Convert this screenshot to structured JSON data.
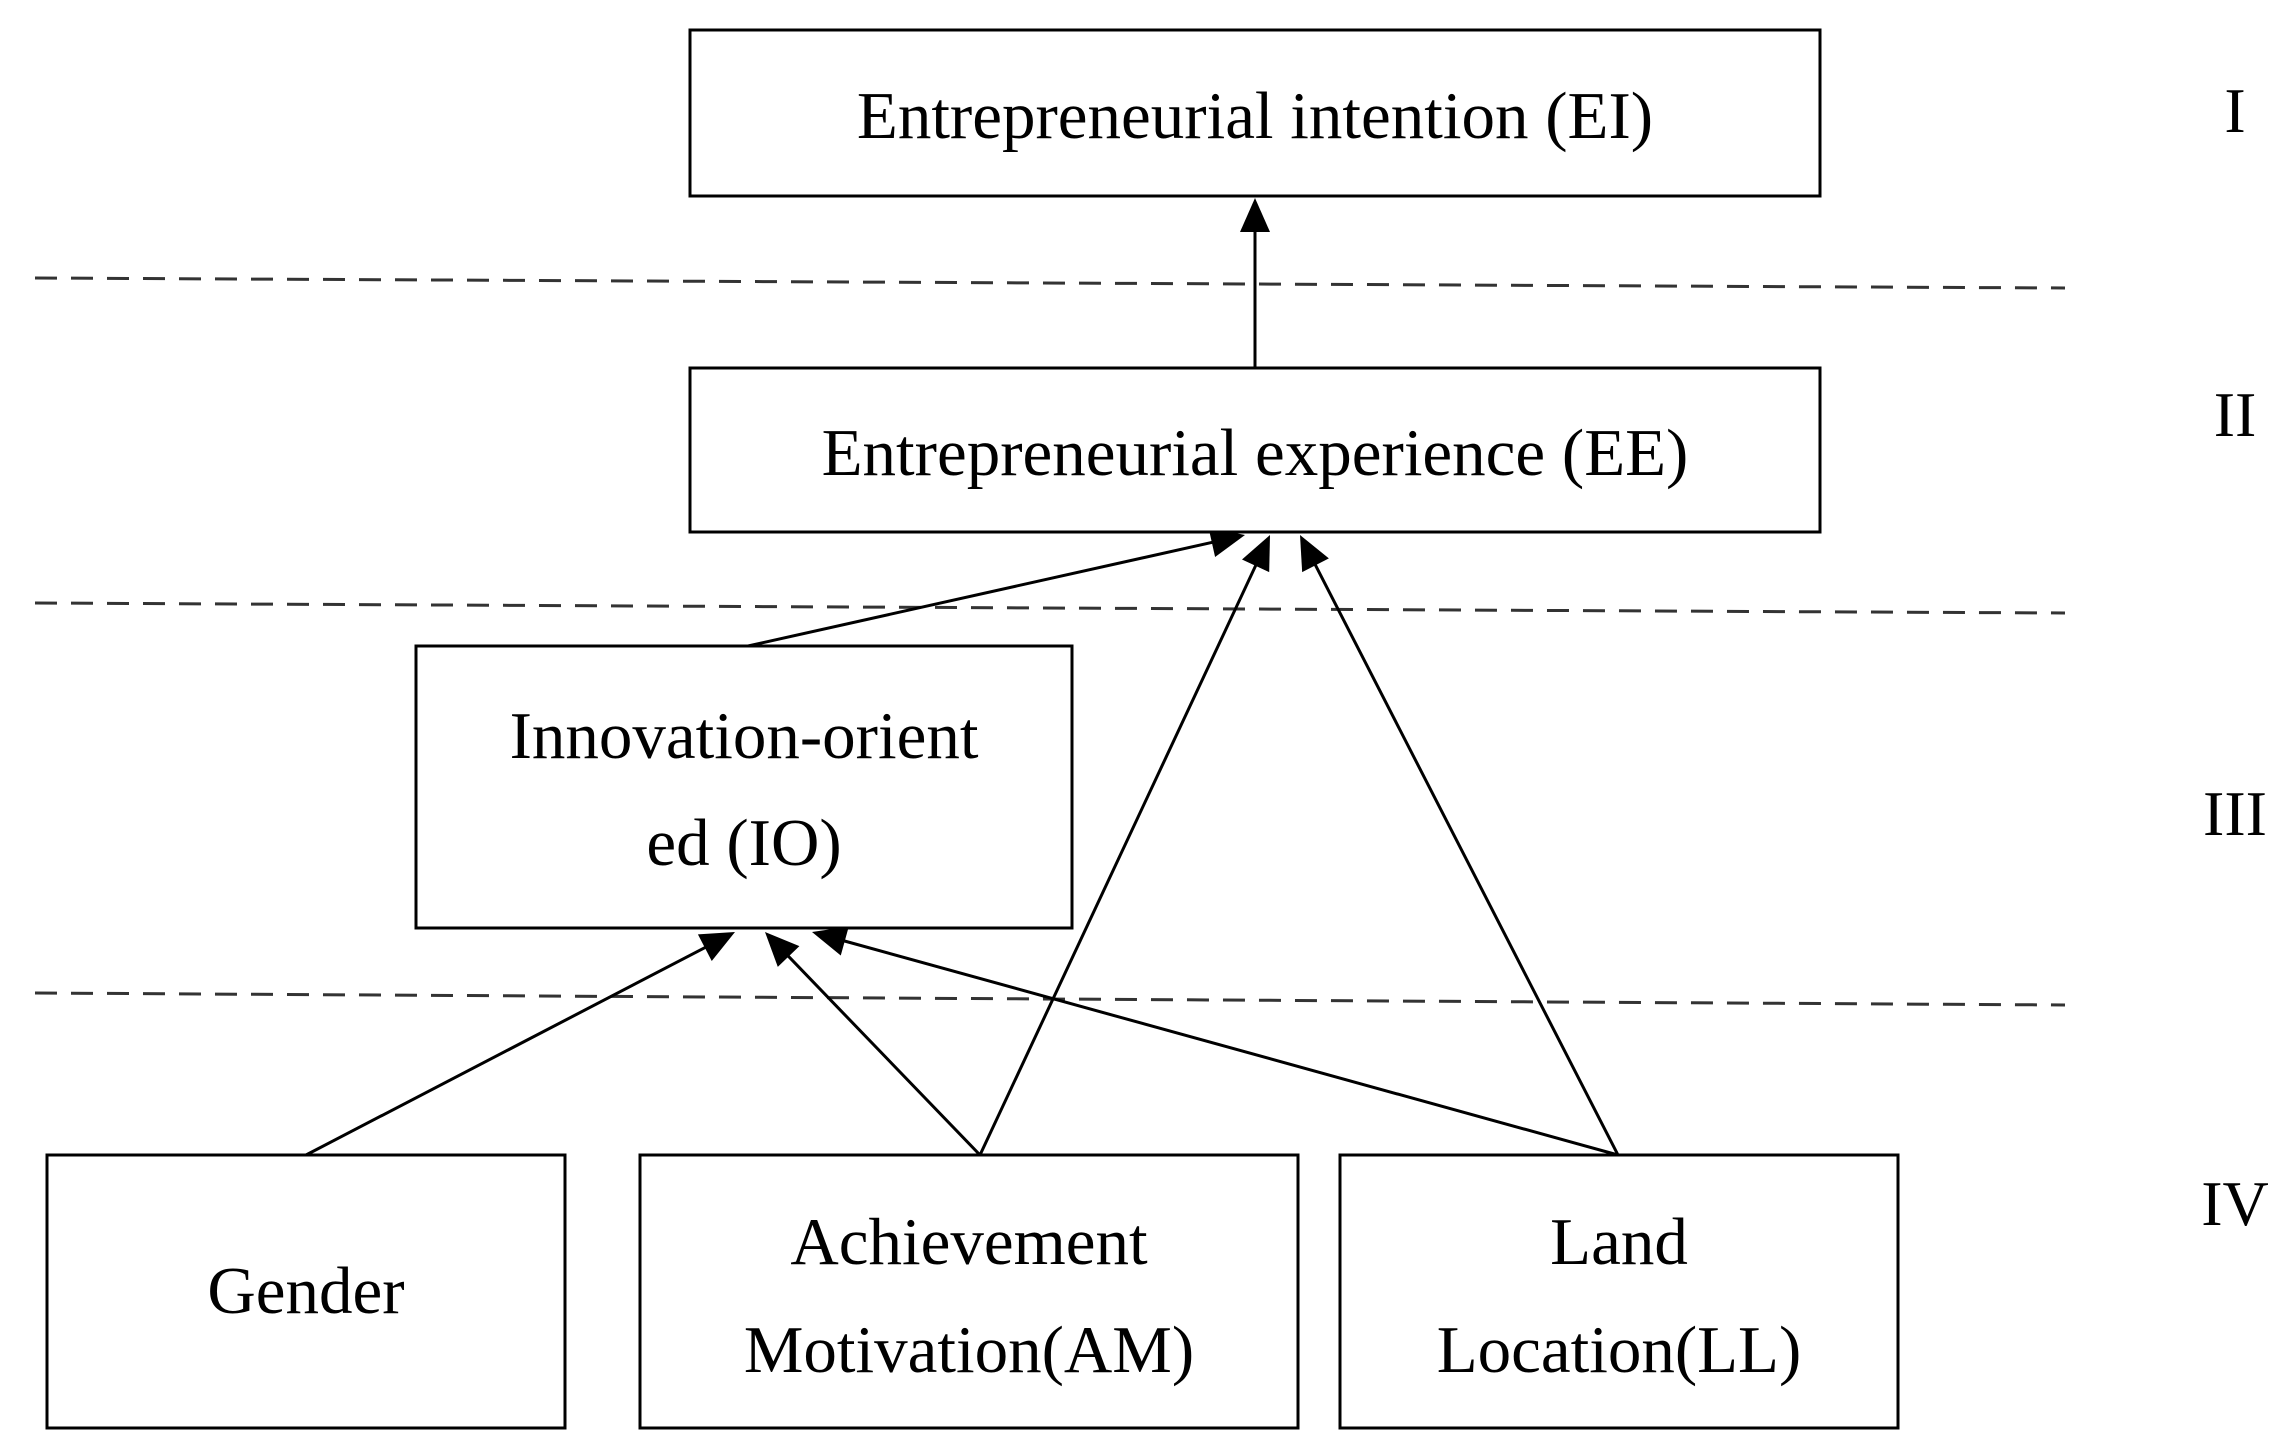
{
  "nodes": {
    "ei": {
      "lines": [
        "Entrepreneurial intention (EI)"
      ]
    },
    "ee": {
      "lines": [
        "Entrepreneurial experience (EE)"
      ]
    },
    "io": {
      "lines": [
        "Innovation-orient",
        "ed (IO)"
      ]
    },
    "gender": {
      "lines": [
        "Gender"
      ]
    },
    "am": {
      "lines": [
        "Achievement",
        "Motivation(AM)"
      ]
    },
    "ll": {
      "lines": [
        "Land",
        "Location(LL)"
      ]
    }
  },
  "levels": [
    "I",
    "II",
    "III",
    "IV"
  ],
  "edges": [
    {
      "from": "ee",
      "to": "ei"
    },
    {
      "from": "io",
      "to": "ee"
    },
    {
      "from": "am",
      "to": "ee"
    },
    {
      "from": "ll",
      "to": "ee"
    },
    {
      "from": "gender",
      "to": "io"
    },
    {
      "from": "am",
      "to": "io"
    },
    {
      "from": "ll",
      "to": "io"
    }
  ],
  "colors": {
    "line": "#000000",
    "divider": "#333333",
    "background": "#ffffff"
  }
}
